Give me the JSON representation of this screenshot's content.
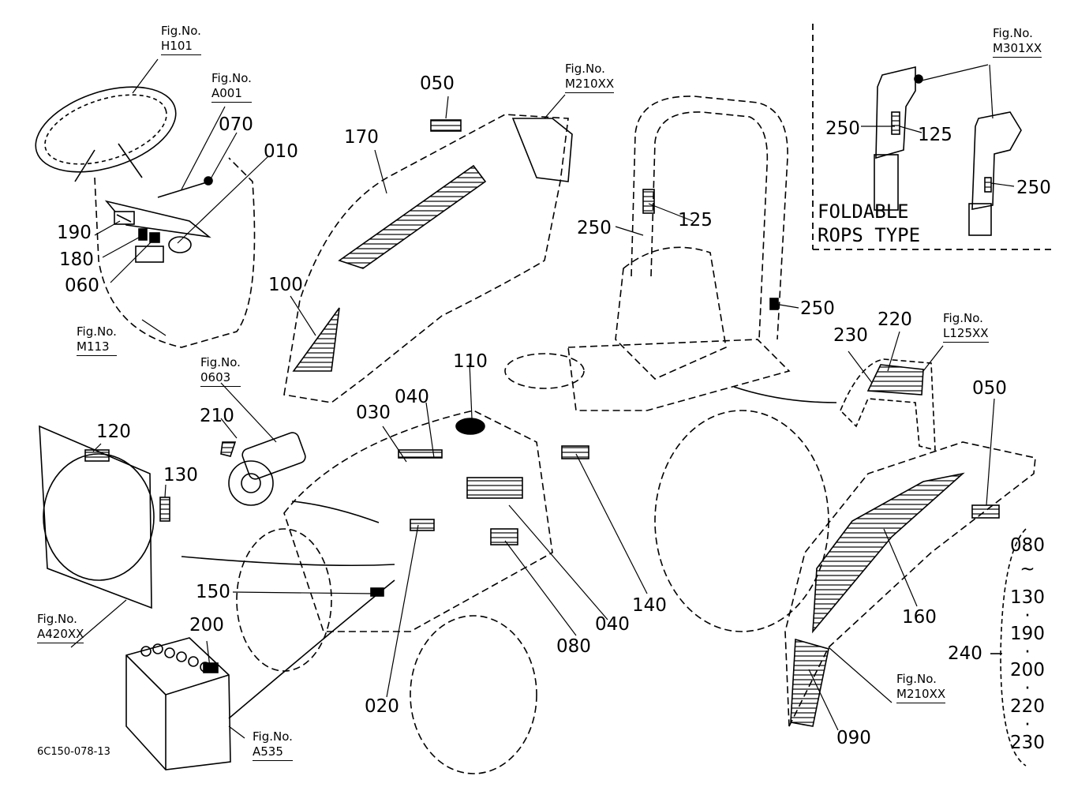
{
  "figure_refs": [
    {
      "key": "h101",
      "caption": "Fig.No.",
      "number": "H101"
    },
    {
      "key": "a001",
      "caption": "Fig.No.",
      "number": "A001"
    },
    {
      "key": "m210_top",
      "caption": "Fig.No.",
      "number": "M210XX"
    },
    {
      "key": "m301",
      "caption": "Fig.No.",
      "number": "M301XX"
    },
    {
      "key": "m113",
      "caption": "Fig.No.",
      "number": "M113"
    },
    {
      "key": "f0603",
      "caption": "Fig.No.",
      "number": "0603"
    },
    {
      "key": "l125",
      "caption": "Fig.No.",
      "number": "L125XX"
    },
    {
      "key": "a420",
      "caption": "Fig.No.",
      "number": "A420XX"
    },
    {
      "key": "a535",
      "caption": "Fig.No.",
      "number": "A535"
    },
    {
      "key": "m210_bot",
      "caption": "Fig.No.",
      "number": "M210XX"
    }
  ],
  "part_labels": {
    "p050a": "050",
    "p170": "170",
    "p070": "070",
    "p010": "010",
    "p190": "190",
    "p180": "180",
    "p060": "060",
    "p100": "100",
    "p250a": "250",
    "p125a": "125",
    "p250b": "250",
    "p125b": "125",
    "p250c": "250",
    "p250d": "250",
    "p110": "110",
    "p040a": "040",
    "p030": "030",
    "p210": "210",
    "p120": "120",
    "p130": "130",
    "p230": "230",
    "p220": "220",
    "p050b": "050",
    "p150": "150",
    "p200": "200",
    "p020": "020",
    "p080": "080",
    "p040b": "040",
    "p140": "140",
    "p160": "160",
    "p090": "090",
    "p240": "240"
  },
  "inset": {
    "title_line1": "FOLDABLE",
    "title_line2": "ROPS TYPE"
  },
  "range_list": {
    "items": [
      "080",
      "~",
      "130",
      "·",
      "190",
      "·",
      "200",
      "·",
      "220",
      "·",
      "230"
    ]
  },
  "drawing_number": "6C150-078-13"
}
